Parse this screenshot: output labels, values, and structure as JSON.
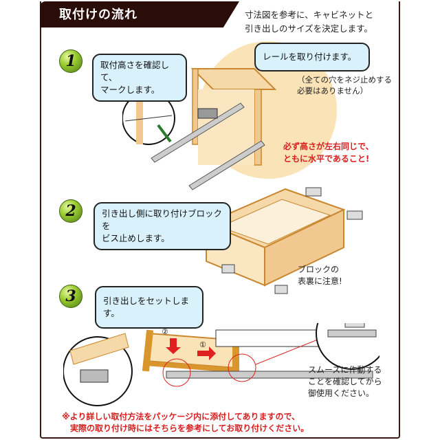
{
  "header": {
    "title": "取付けの流れ",
    "intro_line1": "寸法図を参考に、キャビネットと",
    "intro_line2": "引き出しのサイズを決定します。"
  },
  "steps": [
    {
      "number": "1",
      "bubbles": [
        {
          "line1": "取付高さを確認して、",
          "line2": "マークします。"
        },
        {
          "line1": "レールを取り付けます。"
        }
      ],
      "note_line1": "（全ての穴をネジ止めする",
      "note_line2": "必要はありません）",
      "warning_line1": "必ず高さが左右同じで、",
      "warning_line2": "ともに水平であること!"
    },
    {
      "number": "2",
      "bubbles": [
        {
          "line1": "引き出し側に取り付けブロックを",
          "line2": "ビス止めします。"
        }
      ],
      "note_line1": "ブロックの",
      "note_line2": "表裏に注意!"
    },
    {
      "number": "3",
      "bubbles": [
        {
          "line1": "引き出しをセットします。"
        }
      ],
      "arrow_labels": [
        "②",
        "①"
      ],
      "note_line1": "スムーズに作動する",
      "note_line2": "ことを確認してから",
      "note_line3": "御使用ください。"
    }
  ],
  "footer": {
    "line1": "※より詳しい取付方法をパッケージ内に添付してありますので、",
    "line2": "　実際の取り付け時にはそちらを参考にしてお取り付けください。"
  },
  "colors": {
    "header_bg": "#2a0d08",
    "bubble_bg": "#d8f1fb",
    "warning": "#d81e1e",
    "wood": "#f5d9a8",
    "wood_edge": "#c8862e"
  }
}
